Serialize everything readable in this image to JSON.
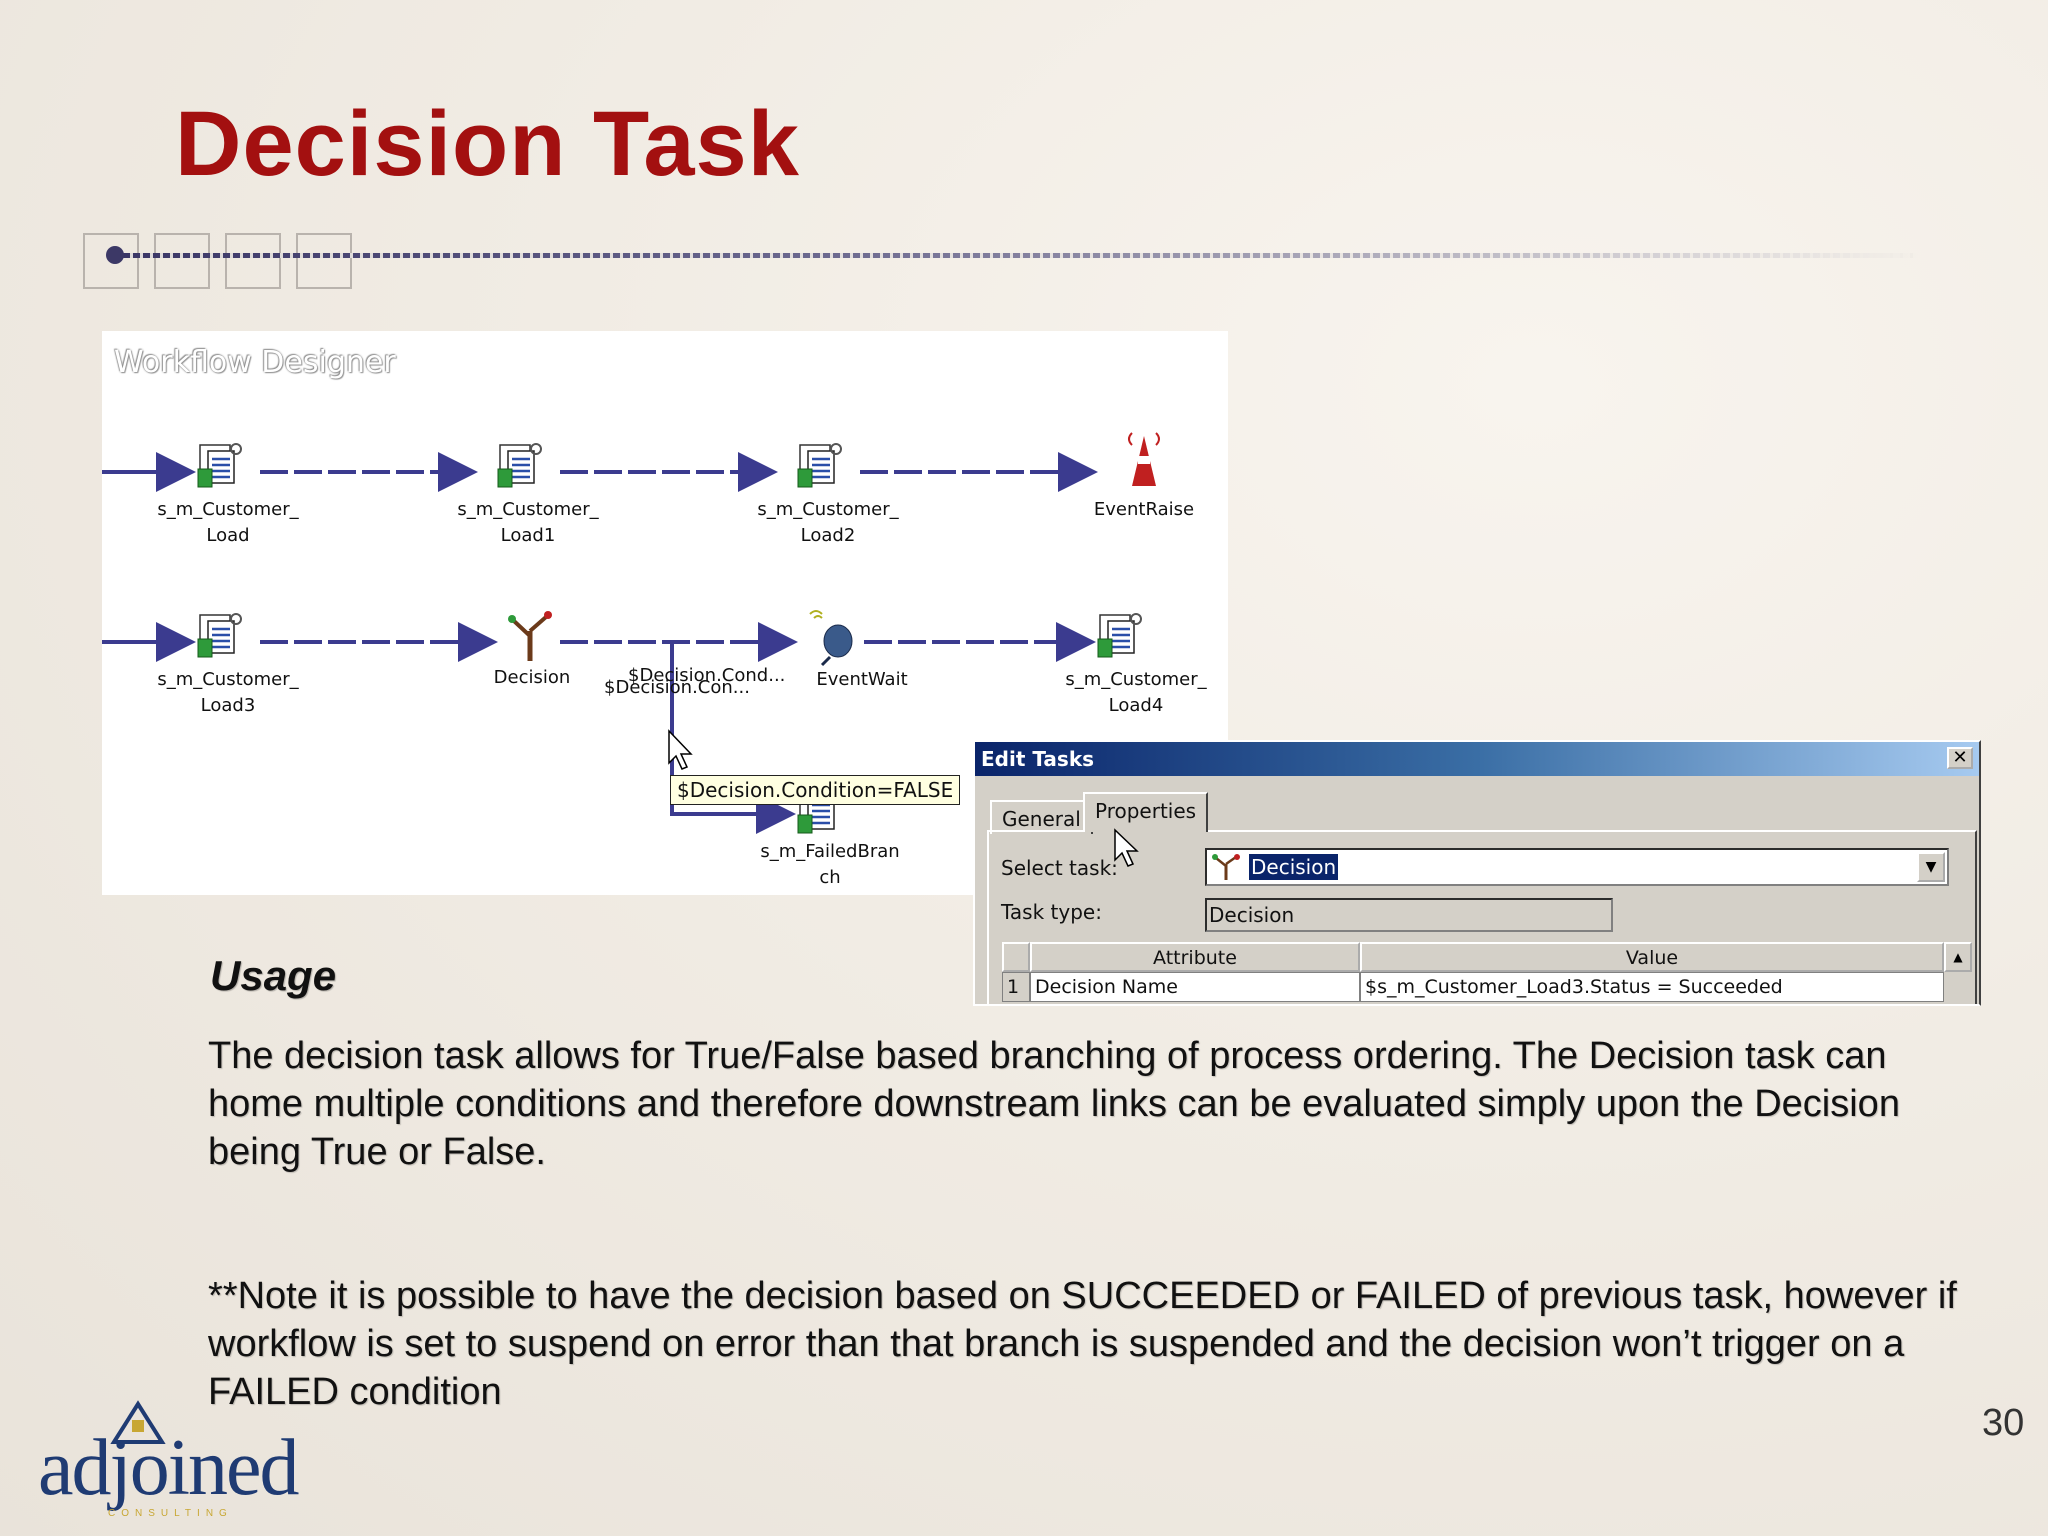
{
  "slide": {
    "title": "Decision Task",
    "page_number": "30",
    "usage_heading": "Usage",
    "paragraph1": "The decision task allows for True/False based branching of process ordering.  The Decision task can home multiple conditions and therefore downstream links can be evaluated simply upon the Decision being True or False.",
    "paragraph2": "**Note it is possible to have the decision based on SUCCEEDED or FAILED of previous task, however if workflow is set to suspend on error than that branch is suspended and the decision won’t trigger on a FAILED condition",
    "logo_text": "adjoined",
    "logo_sub": "CONSULTING"
  },
  "workflow": {
    "title": "Workflow Designer",
    "nodes": {
      "load": "s_m_Customer_\nLoad",
      "load1": "s_m_Customer_\nLoad1",
      "load2": "s_m_Customer_\nLoad2",
      "eventraise": "EventRaise",
      "load3": "s_m_Customer_\nLoad3",
      "decision": "Decision",
      "eventwait": "EventWait",
      "load4": "s_m_Customer_\nLoad4",
      "failed": "s_m_FailedBran\nch"
    },
    "link_labels": {
      "cond1": "$Decision.Cond...",
      "cond2": "$Decision.Con..."
    },
    "tooltip": "$Decision.Condition=FALSE"
  },
  "dialog": {
    "title": "Edit Tasks",
    "close": "✕",
    "tabs": [
      "General",
      "Properties"
    ],
    "select_task_label": "Select task:",
    "select_task_value": "Decision",
    "task_type_label": "Task type:",
    "task_type_value": "Decision",
    "grid": {
      "headers": [
        "Attribute",
        "Value"
      ],
      "row_num": "1",
      "attribute": "Decision Name",
      "value": "$s_m_Customer_Load3.Status = Succeeded"
    }
  },
  "colors": {
    "title_red": "#a31010",
    "link_blue": "#3b3b8f",
    "dialog_bg": "#d4d0c8",
    "titlebar": "#0a246a",
    "logo_blue": "#1f3b73",
    "logo_gold": "#c8a733"
  },
  "icons": [
    "session-icon",
    "decision-icon",
    "eventwait-icon",
    "eventraise-icon",
    "cursor-icon",
    "close-icon",
    "dropdown-arrow-icon"
  ]
}
